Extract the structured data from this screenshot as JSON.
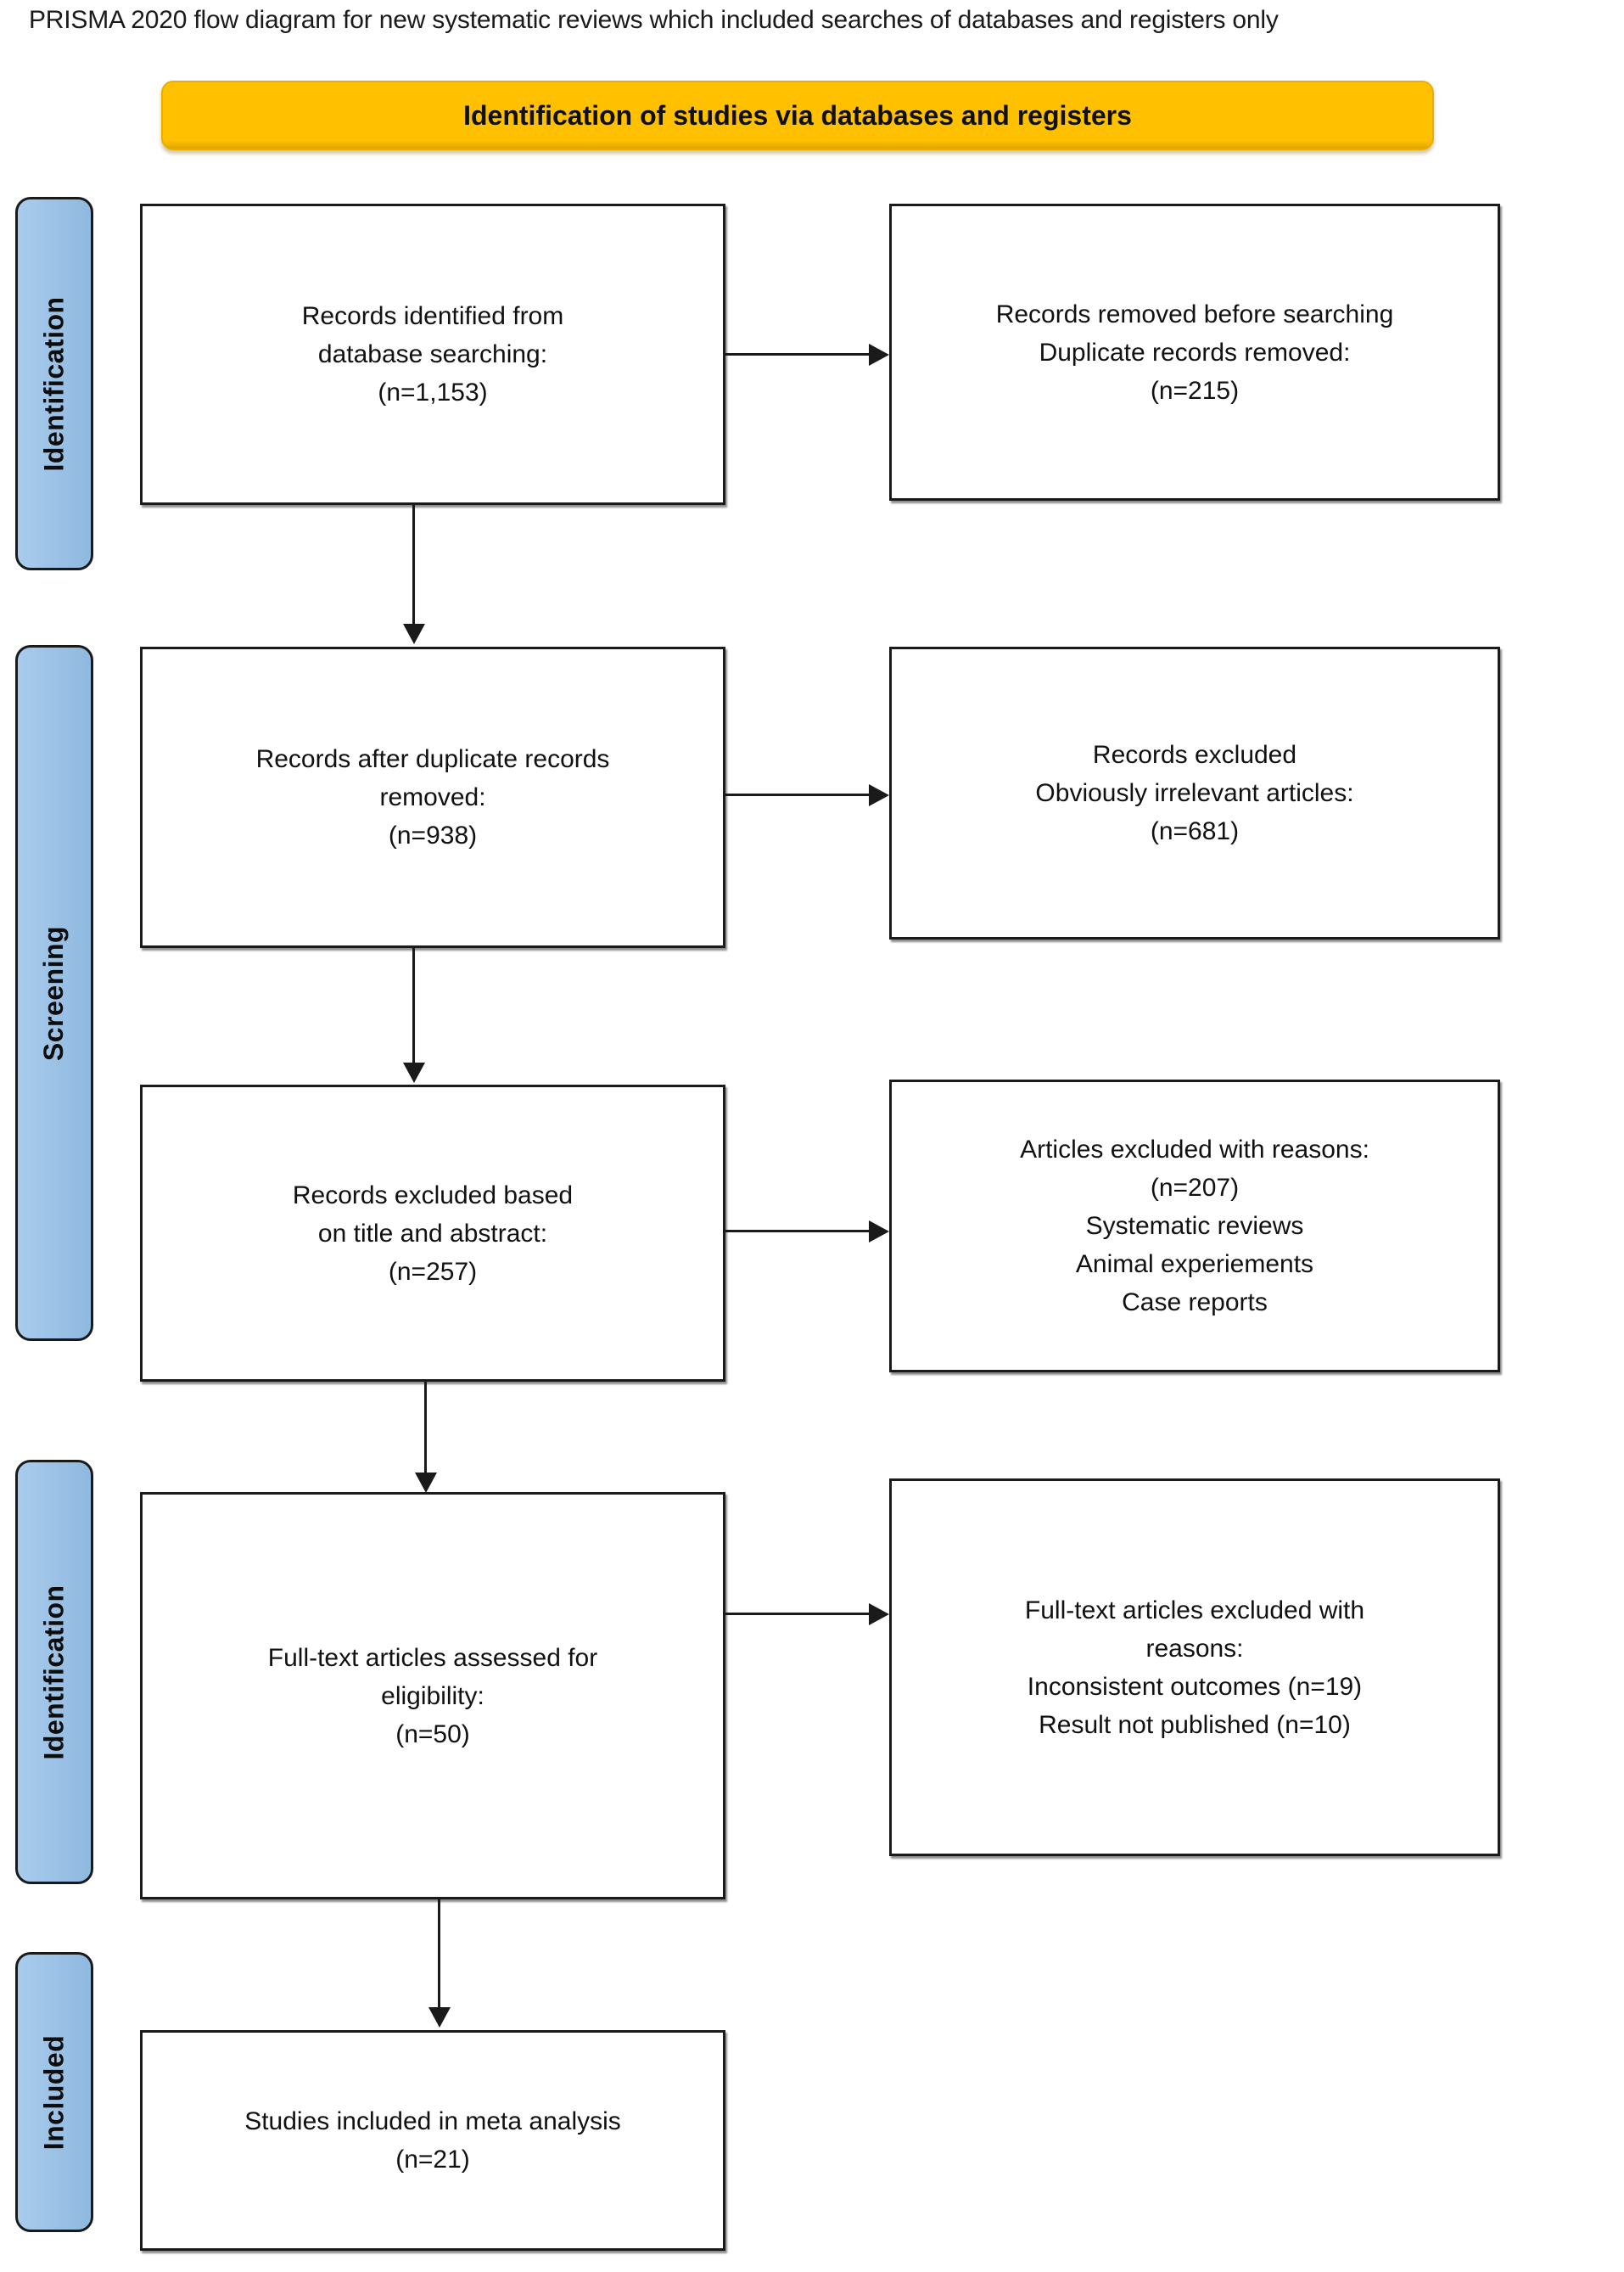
{
  "caption": "PRISMA 2020 flow diagram for new systematic reviews which included searches of databases and registers only",
  "colors": {
    "header_orange": "#FFC000",
    "stage_blue": "#9DC3E6",
    "line_black": "#1A1A1A",
    "box_white": "#FFFFFF"
  },
  "section_header": {
    "label": "Identification of studies via databases and registers"
  },
  "stages": [
    {
      "id": "identification-1",
      "label": "Identification"
    },
    {
      "id": "screening",
      "label": "Screening"
    },
    {
      "id": "identification-2",
      "label": "Identification"
    },
    {
      "id": "included",
      "label": "Included"
    }
  ],
  "boxes": {
    "records_identified": {
      "lines": [
        "Records identified from",
        "database searching:",
        "(n=1,153)"
      ],
      "count_label": "(n=1,153)",
      "count": 1153
    },
    "records_removed": {
      "lines": [
        "Records removed before searching",
        "Duplicate records removed:",
        "(n=215)"
      ],
      "count_label": "(n=215)",
      "count": 215
    },
    "records_after_duplicates": {
      "lines": [
        "Records after duplicate records",
        "removed:",
        "(n=938)"
      ],
      "count_label": "(n=938)",
      "count": 938
    },
    "records_excluded_irrelevant": {
      "lines": [
        "Records excluded",
        "Obviously irrelevant articles:",
        "(n=681)"
      ],
      "count_label": "(n=681)",
      "count": 681
    },
    "records_excluded_title_abstract": {
      "lines": [
        "Records excluded based",
        "on title and abstract:",
        "(n=257)"
      ],
      "count_label": "(n=257)",
      "count": 257
    },
    "articles_excluded_reasons": {
      "lines": [
        "Articles excluded with reasons:",
        "(n=207)",
        "Systematic reviews",
        "Animal experiements",
        "Case reports"
      ],
      "count_label": "(n=207)",
      "count": 207
    },
    "fulltext_assessed": {
      "lines": [
        "Full-text articles assessed for",
        "eligibility:",
        "(n=50)"
      ],
      "count_label": "(n=50)",
      "count": 50
    },
    "fulltext_excluded": {
      "lines": [
        "Full-text articles excluded with",
        "reasons:",
        "Inconsistent outcomes (n=19)",
        "Result not published (n=10)"
      ],
      "reasons": [
        {
          "label": "Inconsistent outcomes",
          "count": 19
        },
        {
          "label": "Result not published",
          "count": 10
        }
      ]
    },
    "studies_included": {
      "lines": [
        "Studies included in meta analysis",
        "(n=21)"
      ],
      "count_label": "(n=21)",
      "count": 21
    }
  }
}
